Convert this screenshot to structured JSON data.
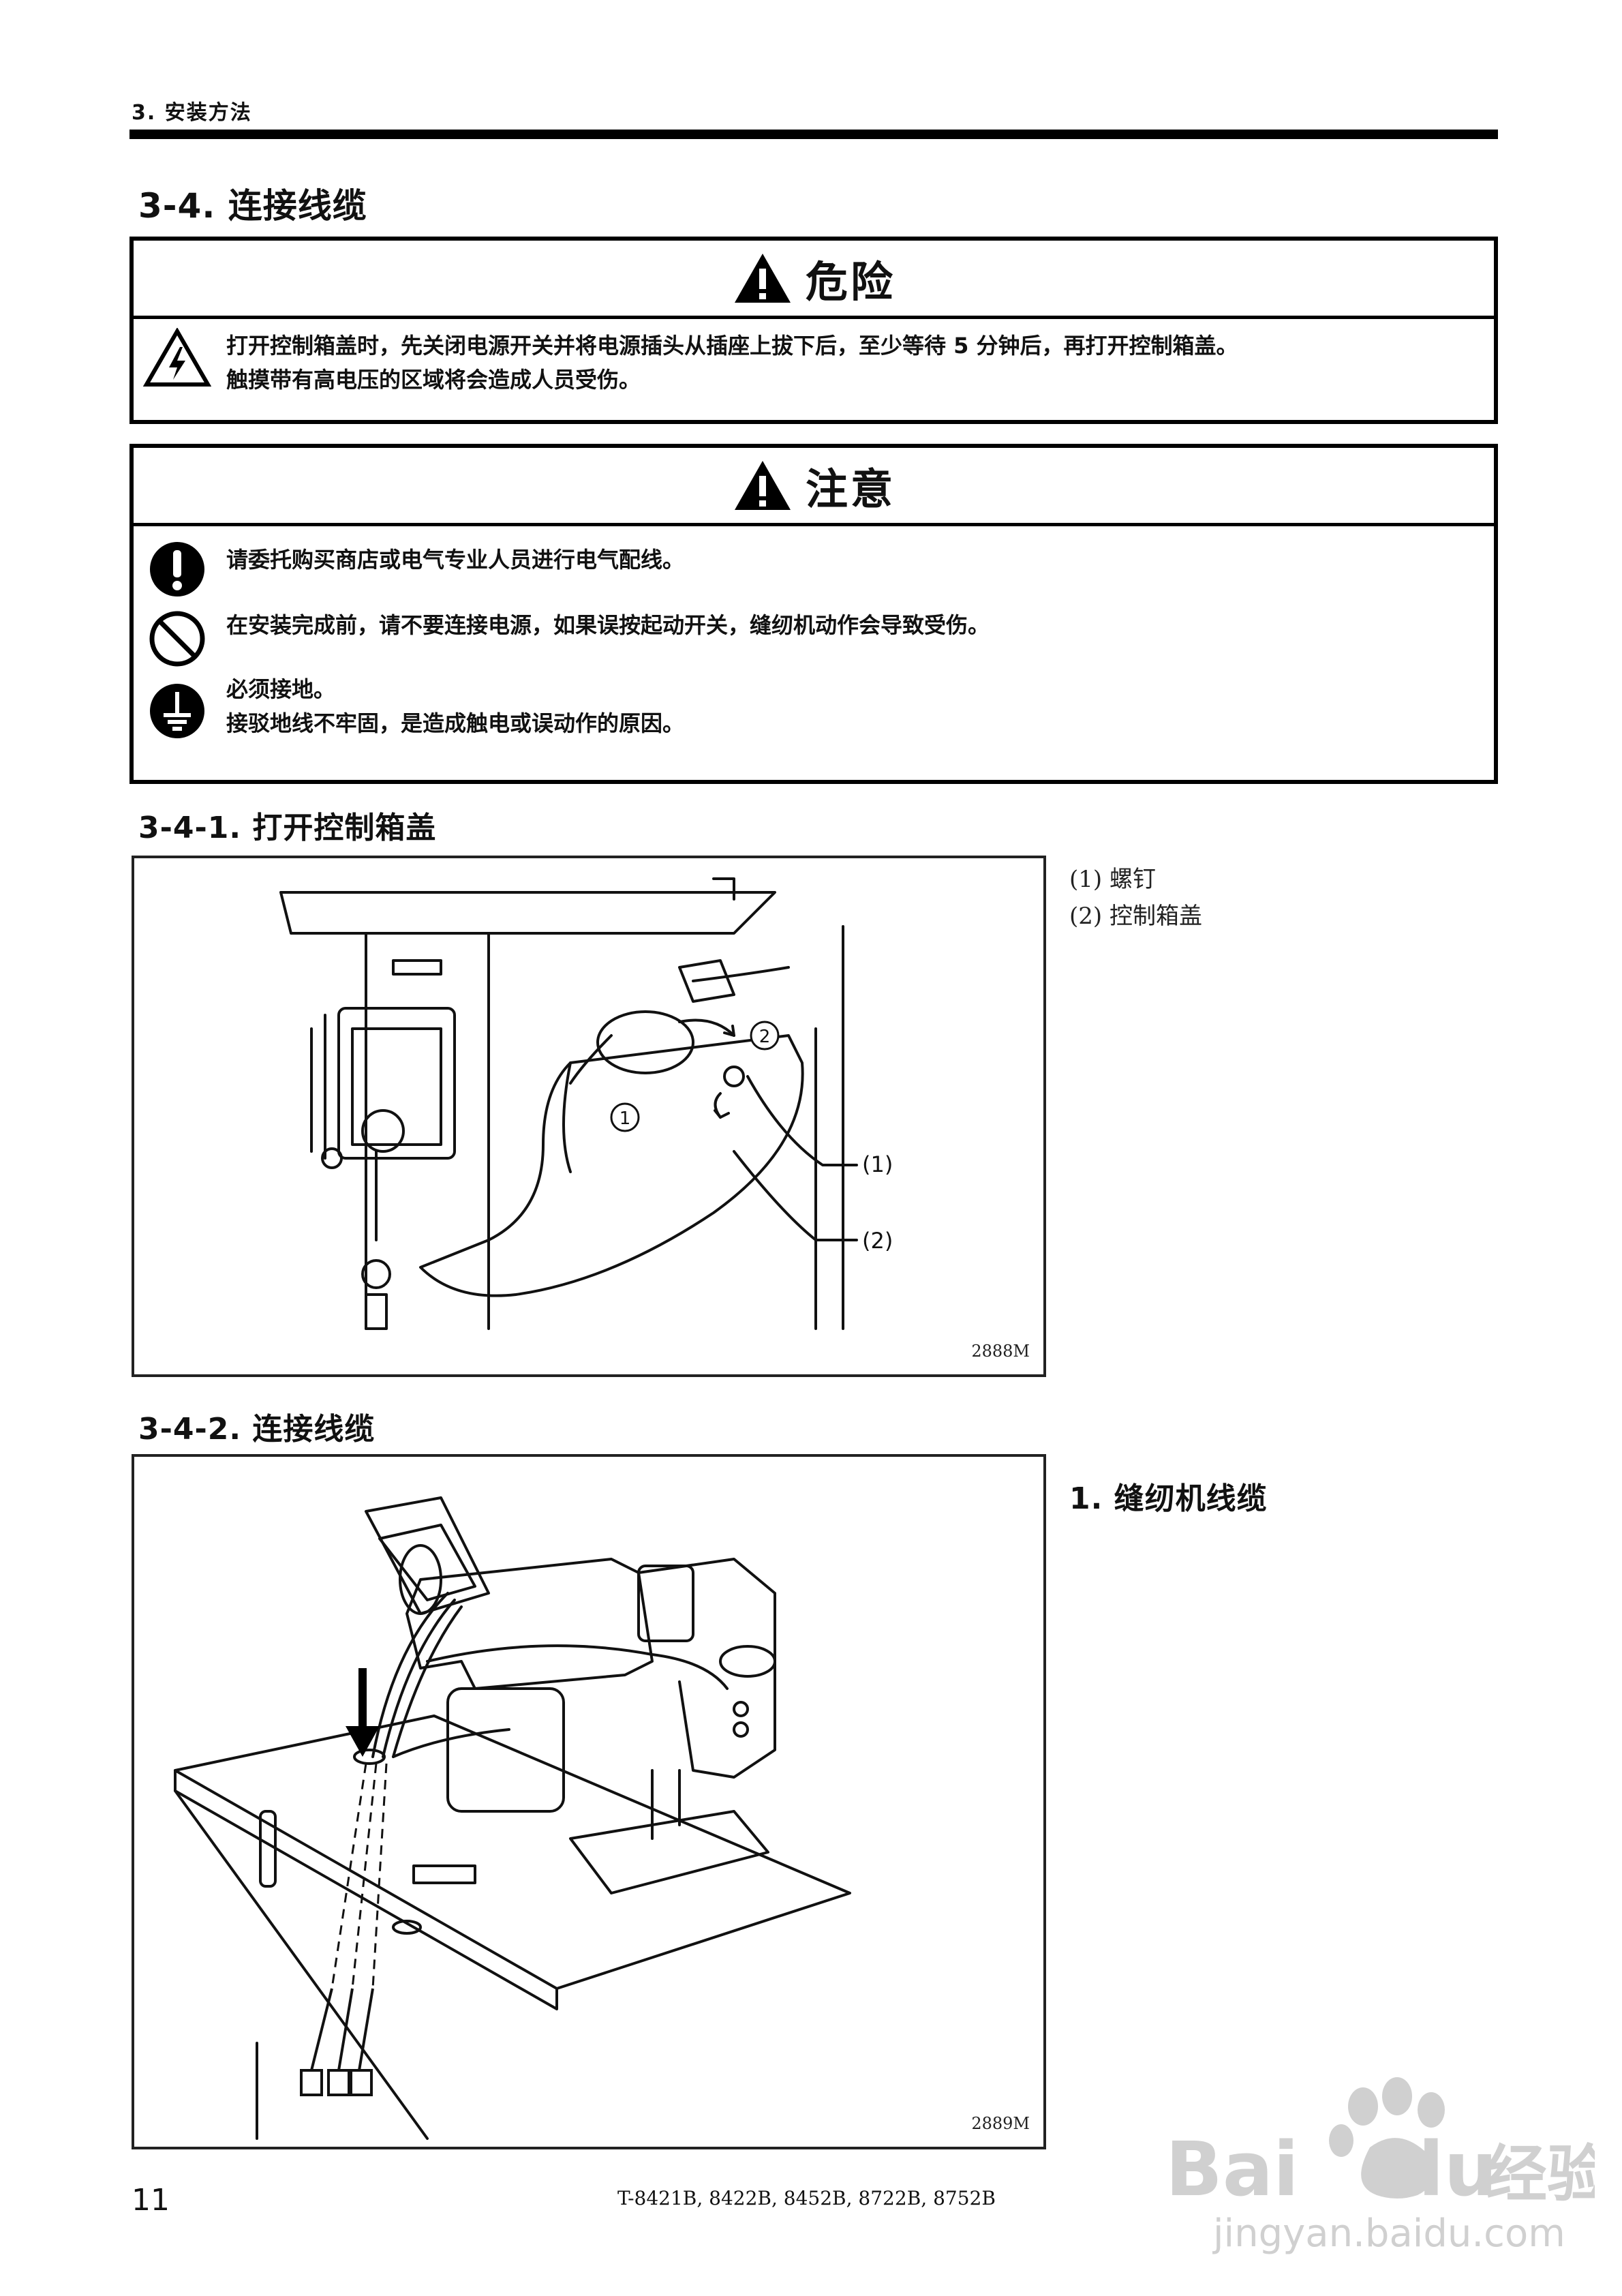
{
  "header": {
    "section": "3. 安装方法"
  },
  "section_title": "3-4. 连接线缆",
  "danger": {
    "title": "危险",
    "lines": [
      "打开控制箱盖时，先关闭电源开关并将电源插头从插座上拔下后，至少等待 5 分钟后，再打开控制箱盖。",
      "触摸带有高电压的区域将会造成人员受伤。"
    ]
  },
  "caution": {
    "title": "注意",
    "items": [
      {
        "icon": "mandatory-icon",
        "lines": [
          "请委托购买商店或电气专业人员进行电气配线。"
        ]
      },
      {
        "icon": "prohibited-icon",
        "lines": [
          "在安装完成前，请不要连接电源，如果误按起动开关，缝纫机动作会导致受伤。"
        ]
      },
      {
        "icon": "ground-icon",
        "lines": [
          "必须接地。",
          "接驳地线不牢固，是造成触电或误动作的原因。"
        ]
      }
    ]
  },
  "sub1": {
    "title": "3-4-1. 打开控制箱盖",
    "figure_code": "2888M",
    "callouts": [
      "(1)",
      "(2)"
    ],
    "steps": [
      "1",
      "2"
    ],
    "captions": [
      "(1) 螺钉",
      "(2) 控制箱盖"
    ]
  },
  "sub2": {
    "title": "3-4-2. 连接线缆",
    "figure_code": "2889M",
    "caption": "1. 缝纫机线缆"
  },
  "footer": {
    "page": "11",
    "models": "T-8421B, 8422B, 8452B, 8722B, 8752B"
  },
  "watermark": {
    "brand": "Bai du 经验",
    "url": "jingyan.baidu.com"
  }
}
